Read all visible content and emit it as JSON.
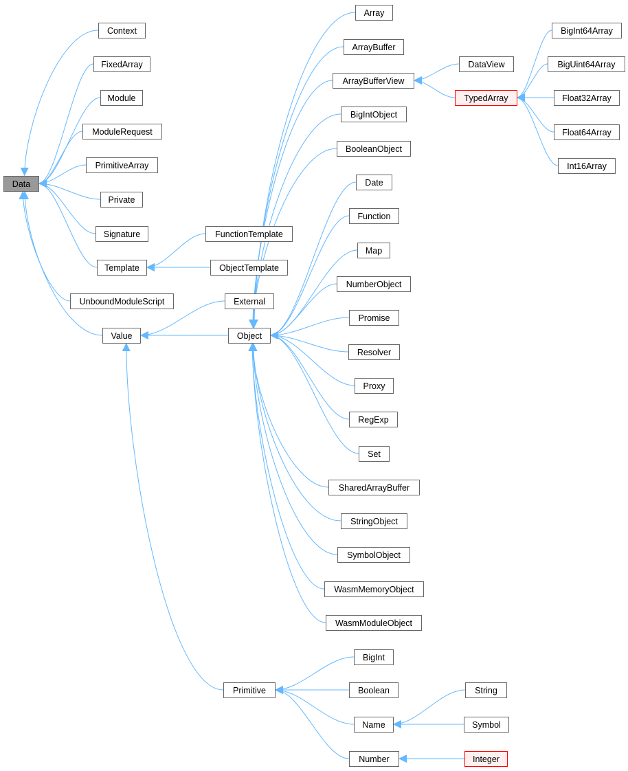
{
  "colors": {
    "edge": "#63b8ff",
    "node_border": "#666666",
    "node_fill": "#ffffff",
    "highlight_fill": "#999999",
    "highlight_border": "#666666",
    "incomplete_fill": "#fff0f0",
    "incomplete_border": "#ff0000"
  },
  "nodes": [
    {
      "id": "Data",
      "label": "Data",
      "style": "highlight"
    },
    {
      "id": "Context",
      "label": "Context"
    },
    {
      "id": "FixedArray",
      "label": "FixedArray"
    },
    {
      "id": "Module",
      "label": "Module"
    },
    {
      "id": "ModuleRequest",
      "label": "ModuleRequest"
    },
    {
      "id": "PrimitiveArray",
      "label": "PrimitiveArray"
    },
    {
      "id": "Private",
      "label": "Private"
    },
    {
      "id": "Signature",
      "label": "Signature"
    },
    {
      "id": "Template",
      "label": "Template"
    },
    {
      "id": "UnboundModuleScript",
      "label": "UnboundModuleScript"
    },
    {
      "id": "Value",
      "label": "Value"
    },
    {
      "id": "FunctionTemplate",
      "label": "FunctionTemplate"
    },
    {
      "id": "ObjectTemplate",
      "label": "ObjectTemplate"
    },
    {
      "id": "External",
      "label": "External"
    },
    {
      "id": "Object",
      "label": "Object"
    },
    {
      "id": "Primitive",
      "label": "Primitive"
    },
    {
      "id": "Array",
      "label": "Array"
    },
    {
      "id": "ArrayBuffer",
      "label": "ArrayBuffer"
    },
    {
      "id": "ArrayBufferView",
      "label": "ArrayBufferView"
    },
    {
      "id": "BigIntObject",
      "label": "BigIntObject"
    },
    {
      "id": "BooleanObject",
      "label": "BooleanObject"
    },
    {
      "id": "Date",
      "label": "Date"
    },
    {
      "id": "Function",
      "label": "Function"
    },
    {
      "id": "Map",
      "label": "Map"
    },
    {
      "id": "NumberObject",
      "label": "NumberObject"
    },
    {
      "id": "Promise",
      "label": "Promise"
    },
    {
      "id": "Resolver",
      "label": "Resolver"
    },
    {
      "id": "Proxy",
      "label": "Proxy"
    },
    {
      "id": "RegExp",
      "label": "RegExp"
    },
    {
      "id": "Set",
      "label": "Set"
    },
    {
      "id": "SharedArrayBuffer",
      "label": "SharedArrayBuffer"
    },
    {
      "id": "StringObject",
      "label": "StringObject"
    },
    {
      "id": "SymbolObject",
      "label": "SymbolObject"
    },
    {
      "id": "WasmMemoryObject",
      "label": "WasmMemoryObject"
    },
    {
      "id": "WasmModuleObject",
      "label": "WasmModuleObject"
    },
    {
      "id": "DataView",
      "label": "DataView"
    },
    {
      "id": "TypedArray",
      "label": "TypedArray",
      "style": "incomplete"
    },
    {
      "id": "BigInt64Array",
      "label": "BigInt64Array"
    },
    {
      "id": "BigUint64Array",
      "label": "BigUint64Array"
    },
    {
      "id": "Float32Array",
      "label": "Float32Array"
    },
    {
      "id": "Float64Array",
      "label": "Float64Array"
    },
    {
      "id": "Int16Array",
      "label": "Int16Array"
    },
    {
      "id": "BigInt",
      "label": "BigInt"
    },
    {
      "id": "Boolean",
      "label": "Boolean"
    },
    {
      "id": "Name",
      "label": "Name"
    },
    {
      "id": "Number",
      "label": "Number"
    },
    {
      "id": "String",
      "label": "String"
    },
    {
      "id": "Symbol",
      "label": "Symbol"
    },
    {
      "id": "Integer",
      "label": "Integer",
      "style": "incomplete"
    }
  ],
  "edges": [
    {
      "from": "Context",
      "to": "Data"
    },
    {
      "from": "FixedArray",
      "to": "Data"
    },
    {
      "from": "Module",
      "to": "Data"
    },
    {
      "from": "ModuleRequest",
      "to": "Data"
    },
    {
      "from": "PrimitiveArray",
      "to": "Data"
    },
    {
      "from": "Private",
      "to": "Data"
    },
    {
      "from": "Signature",
      "to": "Data"
    },
    {
      "from": "Template",
      "to": "Data"
    },
    {
      "from": "UnboundModuleScript",
      "to": "Data"
    },
    {
      "from": "Value",
      "to": "Data"
    },
    {
      "from": "FunctionTemplate",
      "to": "Template"
    },
    {
      "from": "ObjectTemplate",
      "to": "Template"
    },
    {
      "from": "External",
      "to": "Value"
    },
    {
      "from": "Object",
      "to": "Value"
    },
    {
      "from": "Primitive",
      "to": "Value"
    },
    {
      "from": "Array",
      "to": "Object"
    },
    {
      "from": "ArrayBuffer",
      "to": "Object"
    },
    {
      "from": "ArrayBufferView",
      "to": "Object"
    },
    {
      "from": "BigIntObject",
      "to": "Object"
    },
    {
      "from": "BooleanObject",
      "to": "Object"
    },
    {
      "from": "Date",
      "to": "Object"
    },
    {
      "from": "Function",
      "to": "Object"
    },
    {
      "from": "Map",
      "to": "Object"
    },
    {
      "from": "NumberObject",
      "to": "Object"
    },
    {
      "from": "Promise",
      "to": "Object"
    },
    {
      "from": "Resolver",
      "to": "Object"
    },
    {
      "from": "Proxy",
      "to": "Object"
    },
    {
      "from": "RegExp",
      "to": "Object"
    },
    {
      "from": "Set",
      "to": "Object"
    },
    {
      "from": "SharedArrayBuffer",
      "to": "Object"
    },
    {
      "from": "StringObject",
      "to": "Object"
    },
    {
      "from": "SymbolObject",
      "to": "Object"
    },
    {
      "from": "WasmMemoryObject",
      "to": "Object"
    },
    {
      "from": "WasmModuleObject",
      "to": "Object"
    },
    {
      "from": "DataView",
      "to": "ArrayBufferView"
    },
    {
      "from": "TypedArray",
      "to": "ArrayBufferView"
    },
    {
      "from": "BigInt64Array",
      "to": "TypedArray"
    },
    {
      "from": "BigUint64Array",
      "to": "TypedArray"
    },
    {
      "from": "Float32Array",
      "to": "TypedArray"
    },
    {
      "from": "Float64Array",
      "to": "TypedArray"
    },
    {
      "from": "Int16Array",
      "to": "TypedArray"
    },
    {
      "from": "BigInt",
      "to": "Primitive"
    },
    {
      "from": "Boolean",
      "to": "Primitive"
    },
    {
      "from": "Name",
      "to": "Primitive"
    },
    {
      "from": "Number",
      "to": "Primitive"
    },
    {
      "from": "String",
      "to": "Name"
    },
    {
      "from": "Symbol",
      "to": "Name"
    },
    {
      "from": "Integer",
      "to": "Number"
    }
  ]
}
